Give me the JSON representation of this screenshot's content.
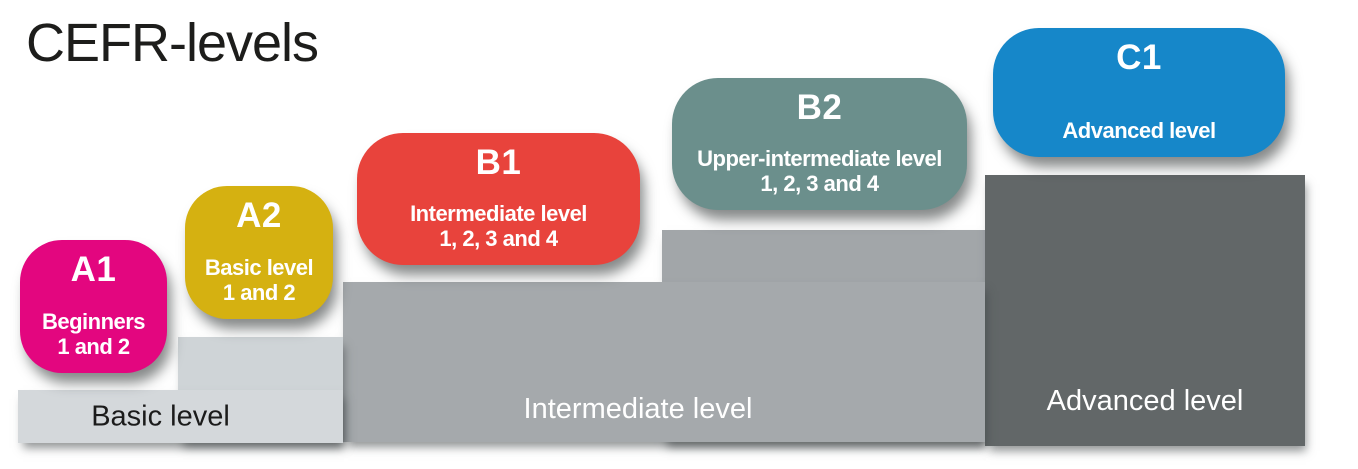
{
  "title": "CEFR-levels",
  "badges": [
    {
      "code": "A1",
      "lines": [
        "Beginners",
        "1 and 2"
      ],
      "color": "#e3067f"
    },
    {
      "code": "A2",
      "lines": [
        "Basic level",
        "1 and 2"
      ],
      "color": "#d5b111"
    },
    {
      "code": "B1",
      "lines": [
        "Intermediate level",
        "1, 2, 3 and 4"
      ],
      "color": "#e8433c"
    },
    {
      "code": "B2",
      "lines": [
        "Upper-intermediate level",
        "1, 2, 3 and 4"
      ],
      "color": "#6b8f8c"
    },
    {
      "code": "C1",
      "lines": [
        "Advanced level"
      ],
      "color": "#1687c9"
    }
  ],
  "steps": [
    {
      "name": "basic-step-1",
      "label": "Basic level",
      "color": "#d4d8db",
      "text_color": "#1b1b1b"
    },
    {
      "name": "basic-step-2",
      "label": "",
      "color": "#cfd4d7",
      "text_color": "#1b1b1b"
    },
    {
      "name": "intermediate-step",
      "label": "Intermediate level",
      "color": "#a5a9ac",
      "text_color": "#ffffff"
    },
    {
      "name": "upper-intermediate-step",
      "label": "",
      "color": "#a2a6a9",
      "text_color": "#ffffff"
    },
    {
      "name": "advanced-step",
      "label": "Advanced level",
      "color": "#626768",
      "text_color": "#ffffff"
    }
  ]
}
